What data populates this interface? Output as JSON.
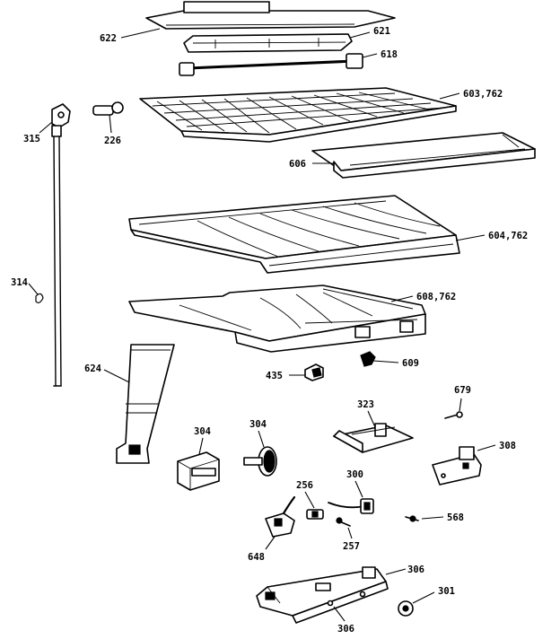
{
  "diagram": {
    "labels": {
      "l622": "622",
      "l621": "621",
      "l618": "618",
      "l603": "603,762",
      "l226": "226",
      "l315": "315",
      "l606": "606",
      "l604": "604,762",
      "l314": "314",
      "l608": "608,762",
      "l609": "609",
      "l435": "435",
      "l624": "624",
      "l679": "679",
      "l323": "323",
      "l304a": "304",
      "l304b": "304",
      "l308": "308",
      "l256": "256",
      "l300": "300",
      "l568": "568",
      "l648": "648",
      "l257": "257",
      "l306a": "306",
      "l301": "301",
      "l306b": "306"
    }
  }
}
